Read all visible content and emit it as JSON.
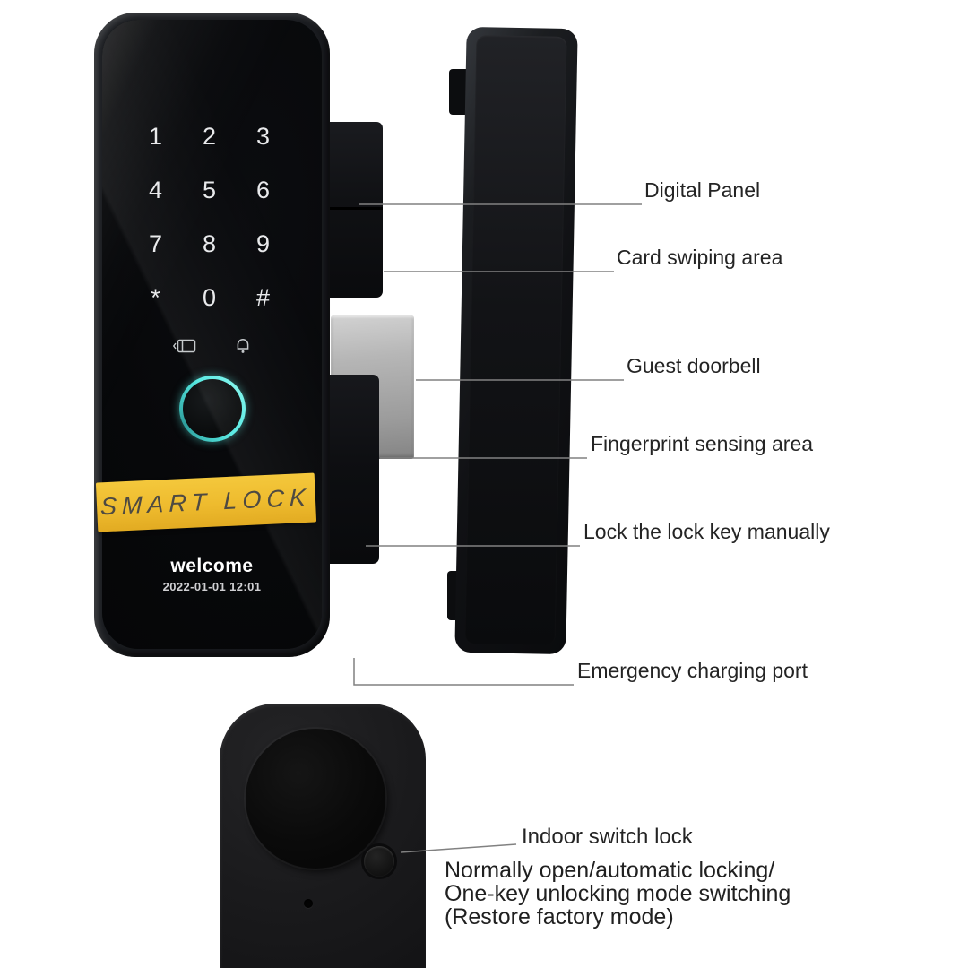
{
  "front_view": {
    "keypad_keys": [
      "1",
      "2",
      "3",
      "4",
      "5",
      "6",
      "7",
      "8",
      "9",
      "*",
      "0",
      "#"
    ],
    "brand_label": "SMART LOCK",
    "welcome_text": "welcome",
    "datetime_text": "2022-01-01 12:01",
    "icons": {
      "card_icon": "key-card-icon",
      "doorbell_icon": "doorbell-icon",
      "fingerprint_sensor": "fingerprint-sensor"
    }
  },
  "callouts": [
    {
      "label": "Digital Panel"
    },
    {
      "label": "Card swiping area"
    },
    {
      "label": "Guest doorbell"
    },
    {
      "label": "Fingerprint sensing area"
    },
    {
      "label": "Lock the lock key manually"
    },
    {
      "label": "Emergency charging port"
    }
  ],
  "closeup_callouts": {
    "indoor_switch_label": "Indoor switch lock",
    "mode_switch_lines": [
      "Normally open/automatic locking/",
      "One-key unlocking mode switching",
      "(Restore factory mode)"
    ]
  },
  "colors": {
    "background": "#ffffff",
    "sticker_yellow": "#eebb2e",
    "fingerprint_ring_cyan": "#56ece4",
    "label_text": "#242424",
    "leader_line_gray": "#818181",
    "device_black": "#0b0c0e"
  }
}
